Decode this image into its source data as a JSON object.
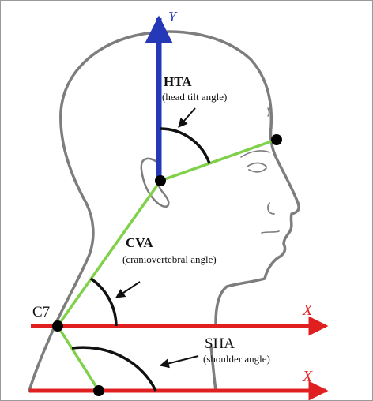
{
  "labels": {
    "hta": "HTA",
    "hta_sub": "(head tilt angle)",
    "cva": "CVA",
    "cva_sub": "(craniovertebral angle)",
    "sha": "SHA",
    "sha_sub": "(shoulder angle)",
    "c7": "C7",
    "axis_y": "Y",
    "axis_x_upper": "X",
    "axis_x_lower": "X"
  },
  "colors": {
    "horizontal_axis": "#e02020",
    "vertical_axis": "#2438b8",
    "angle_lines": "#7fd14a",
    "outline": "#7d7d7d",
    "points": "#000000"
  }
}
